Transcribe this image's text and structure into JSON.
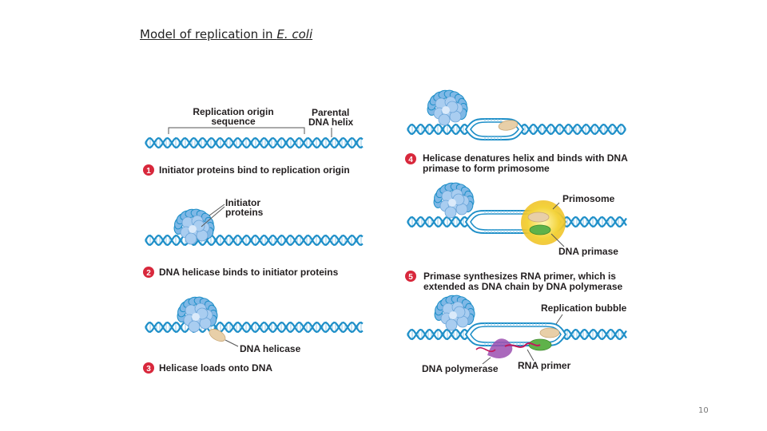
{
  "slide": {
    "title_prefix": "Model of replication in ",
    "title_organism": "E. coli",
    "page_number": "10"
  },
  "steps": [
    {
      "number": "1",
      "caption": "Initiator proteins bind to replication origin"
    },
    {
      "number": "2",
      "caption": "DNA helicase binds to initiator proteins"
    },
    {
      "number": "3",
      "caption": "Helicase loads onto DNA"
    },
    {
      "number": "4",
      "caption_line1": "Helicase denatures helix and binds with DNA",
      "caption_line2": "primase to form primosome"
    },
    {
      "number": "5",
      "caption_line1": "Primase synthesizes RNA primer, which is",
      "caption_line2": "extended as DNA chain by DNA polymerase"
    }
  ],
  "labels": {
    "origin_line1": "Replication origin",
    "origin_line2": "sequence",
    "parental_line1": "Parental",
    "parental_line2": "DNA helix",
    "initiator_line1": "Initiator",
    "initiator_line2": "proteins",
    "dna_helicase": "DNA helicase",
    "primosome": "Primosome",
    "dna_primase": "DNA primase",
    "replication_bubble": "Replication bubble",
    "dna_polymerase": "DNA polymerase",
    "rna_primer": "RNA primer"
  },
  "colors": {
    "dna_strand": "#1e8fc8",
    "dna_rung": "#8fc9e8",
    "initiator": "#7fb8e6",
    "helicase": "#e8cfa8",
    "primase": "#5fb24a",
    "primosome_glow": "#f3d33a",
    "polymerase": "#9b4fb0",
    "rna_primer": "#c2185b",
    "badge": "#d8283c"
  }
}
